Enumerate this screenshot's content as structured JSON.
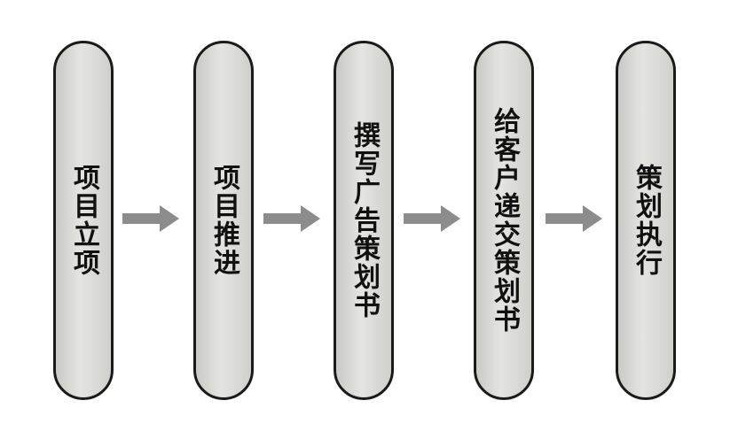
{
  "steps": [
    {
      "label": "项目立项"
    },
    {
      "label": "项目推进"
    },
    {
      "label": "撰写广告策划书"
    },
    {
      "label": "给客户递交策划书"
    },
    {
      "label": "策划执行"
    }
  ],
  "colors": {
    "pill_fill": "#dcdcd9",
    "pill_border": "#1a1a1a",
    "arrow": "#8c8c8c",
    "text": "#111111"
  }
}
